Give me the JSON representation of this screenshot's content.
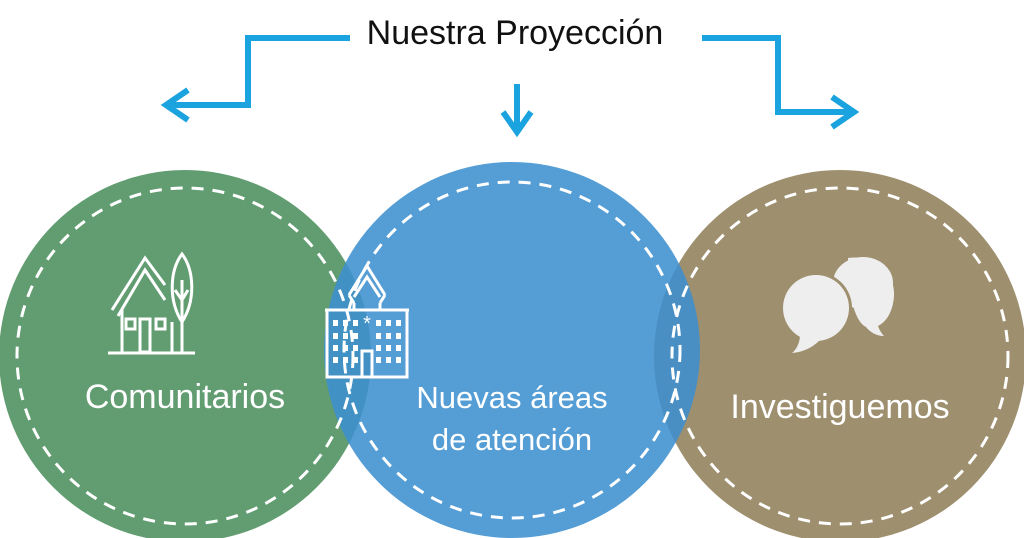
{
  "title": "Nuestra Proyección",
  "circles": [
    {
      "label": "Comunitarios",
      "icon": "house-tree-icon",
      "color": "#629d72"
    },
    {
      "label_line1": "Nuevas áreas",
      "label_line2": "de atención",
      "icon": "hospital-icon",
      "color": "#4a97d2"
    },
    {
      "label": "Investiguemos",
      "icon": "speech-bubbles-icon",
      "color": "#9e8f6e"
    }
  ],
  "arrow_color": "#1aa3de"
}
